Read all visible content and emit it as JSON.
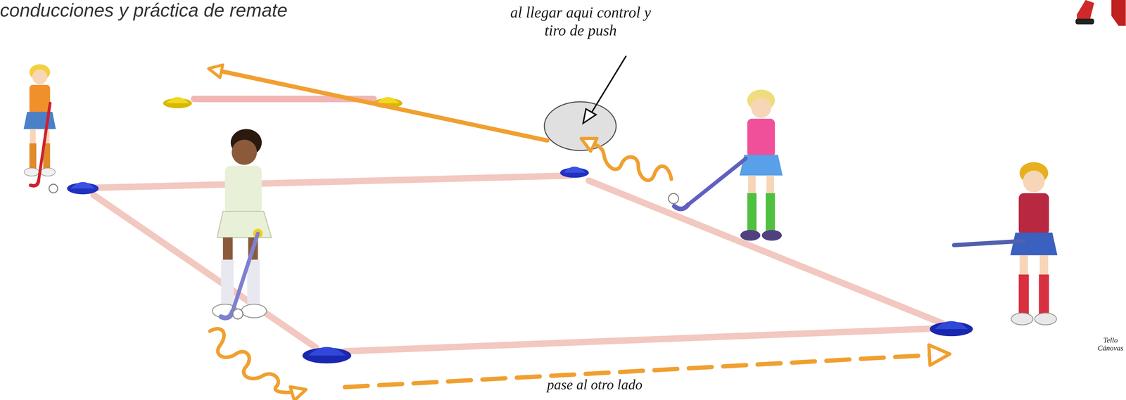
{
  "diagram": {
    "title": "conducciones y práctica de remate",
    "labels": [
      "al llegar aqui control y tiro de push",
      "pase al otro lado",
      "Tello Cánovas"
    ]
  }
}
